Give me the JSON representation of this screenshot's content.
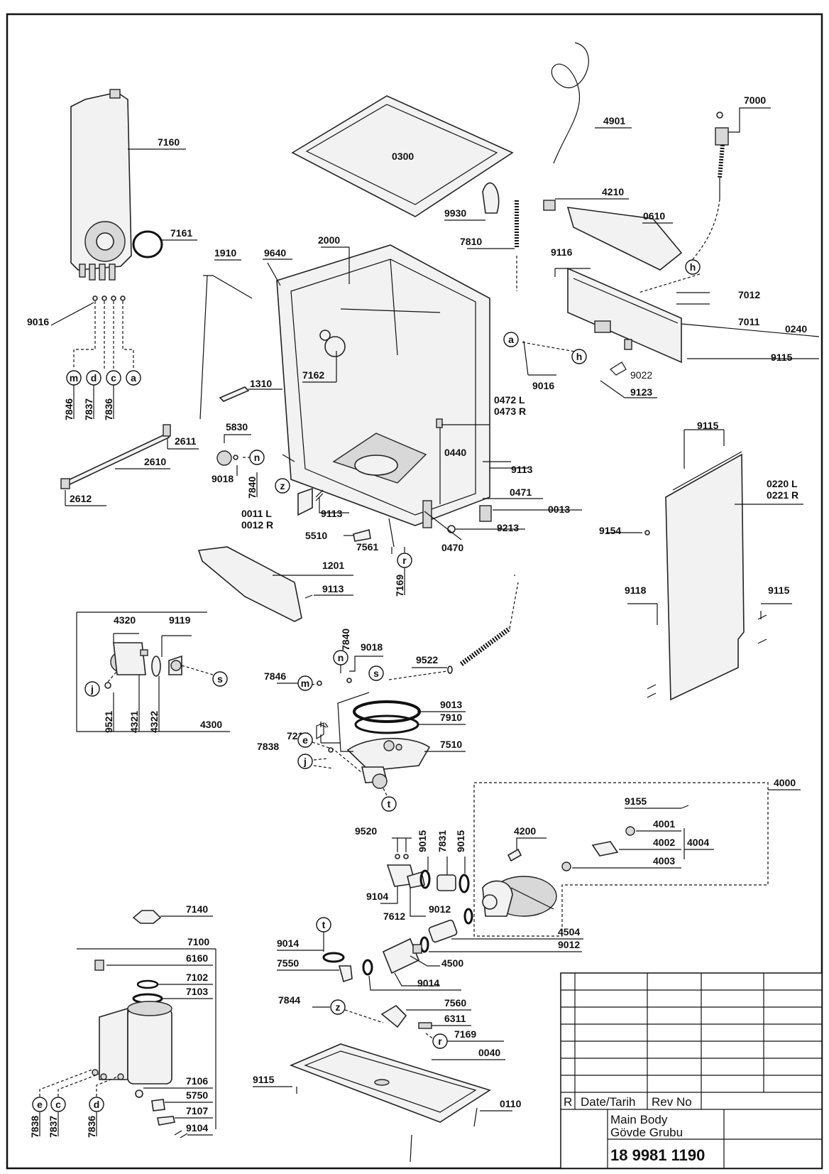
{
  "labels": {
    "l0300": "0300",
    "l4901": "4901",
    "l7000": "7000",
    "l7160": "7160",
    "l7161": "7161",
    "l1910": "1910",
    "l9640": "9640",
    "l2000": "2000",
    "l9016a": "9016",
    "l9016b": "9016",
    "l4210": "4210",
    "l9930": "9930",
    "l0610": "0610",
    "l7810": "7810",
    "l9116": "9116",
    "l7012": "7012",
    "l7011": "7011",
    "l0240": "0240",
    "l9115a": "9115",
    "l9022": "9022",
    "l9123": "9123",
    "l7846a": "7846",
    "l7837a": "7837",
    "l7836a": "7836",
    "l7162": "7162",
    "l1310": "1310",
    "l0472": "0472 L",
    "l0473": "0473 R",
    "l5830": "5830",
    "l2611": "2611",
    "l2610": "2610",
    "l2612": "2612",
    "l9018a": "9018",
    "l7840a": "7840",
    "l0440": "0440",
    "l9113a": "9113",
    "l0471": "0471",
    "l0013": "0013",
    "l0011": "0011 L",
    "l0012": "0012 R",
    "l9113b": "9113",
    "l9213": "9213",
    "l5510": "5510",
    "l7561": "7561",
    "l0470": "0470",
    "l9115b": "9115",
    "l0220": "0220 L",
    "l0221": "0221 R",
    "l9154": "9154",
    "l1201": "1201",
    "l9113c": "9113",
    "l7169a": "7169",
    "l9118": "9118",
    "l9115c": "9115",
    "l4320": "4320",
    "l9119": "9119",
    "l7840b": "7840",
    "l9018b": "9018",
    "l9522": "9522",
    "l9521": "9521",
    "l4321": "4321",
    "l4322": "4322",
    "l4300": "4300",
    "l7846b": "7846",
    "l9013": "9013",
    "l7910": "7910",
    "l7215": "7215",
    "l7838a": "7838",
    "l7510": "7510",
    "l4000": "4000",
    "l9155": "9155",
    "l4001": "4001",
    "l4002": "4002",
    "l4004": "4004",
    "l4003": "4003",
    "l4200": "4200",
    "l9520": "9520",
    "l9015a": "9015",
    "l7831": "7831",
    "l9015b": "9015",
    "l9104a": "9104",
    "l7612": "7612",
    "l9012a": "9012",
    "l4504": "4504",
    "l9012b": "9012",
    "l9014a": "9014",
    "l4500": "4500",
    "l7550": "7550",
    "l9014b": "9014",
    "l7140": "7140",
    "l7100": "7100",
    "l6160": "6160",
    "l7102": "7102",
    "l7103": "7103",
    "l7844": "7844",
    "l7560": "7560",
    "l6311": "6311",
    "l7169b": "7169",
    "l0040": "0040",
    "l9115d": "9115",
    "l7106": "7106",
    "l5750": "5750",
    "l7107": "7107",
    "l9104b": "9104",
    "l0110": "0110",
    "l7838b": "7838",
    "l7837b": "7837",
    "l7836b": "7836"
  },
  "callouts": {
    "m": "m",
    "d": "d",
    "c": "c",
    "a": "a",
    "h": "h",
    "n": "n",
    "z": "z",
    "r": "r",
    "s": "s",
    "j": "j",
    "e": "e",
    "t": "t"
  },
  "title_block": {
    "rev_col_r": "R",
    "rev_col_date": "Date/Tarih",
    "rev_col_rev": "Rev No",
    "title_en": "Main Body",
    "title_tr": "Gövde Grubu",
    "doc_number": "18 9981 1190"
  }
}
